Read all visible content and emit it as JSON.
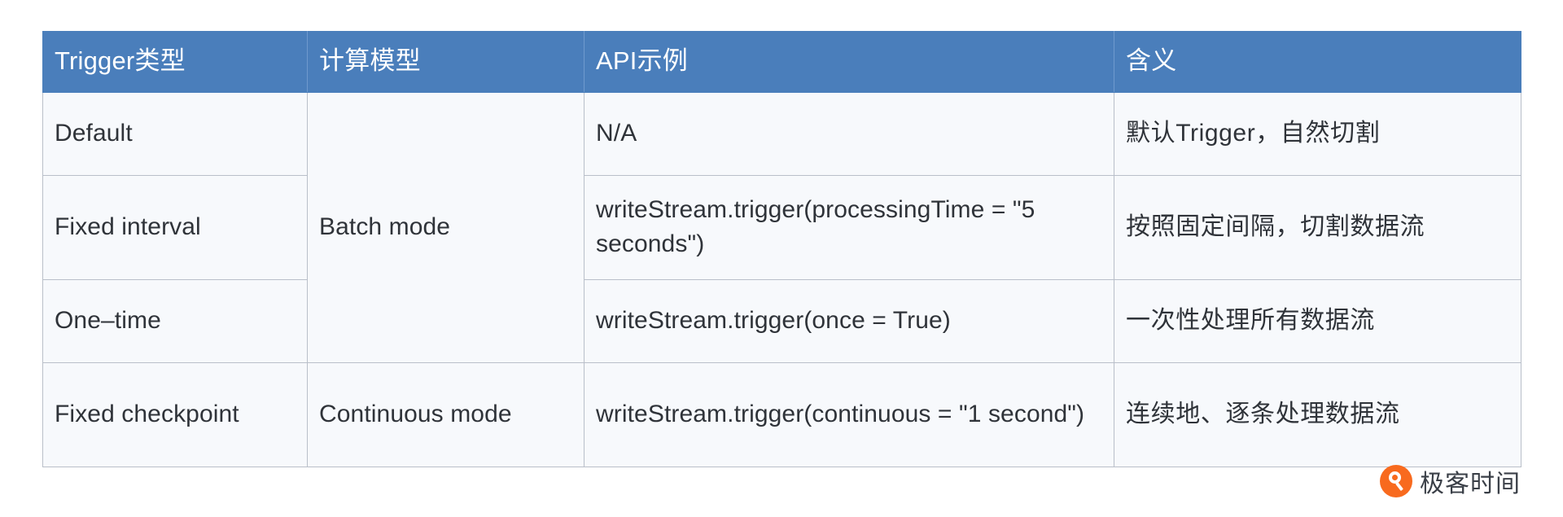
{
  "table": {
    "headers": [
      {
        "label": "Trigger类型"
      },
      {
        "label": "计算模型"
      },
      {
        "label": "API示例"
      },
      {
        "label": "含义"
      }
    ],
    "rows": [
      {
        "trigger_type": "Default",
        "compute_model": "Batch mode",
        "api_example": "N/A",
        "meaning": "默认Trigger，自然切割"
      },
      {
        "trigger_type": "Fixed interval",
        "compute_model": "",
        "api_example": "writeStream.trigger(processingTime = \"5 seconds\")",
        "meaning": "按照固定间隔，切割数据流"
      },
      {
        "trigger_type": "One–time",
        "compute_model": "",
        "api_example": "writeStream.trigger(once = True)",
        "meaning": "一次性处理所有数据流"
      },
      {
        "trigger_type": "Fixed checkpoint",
        "compute_model": "Continuous mode",
        "api_example": "writeStream.trigger(continuous = \"1 second\")",
        "meaning": "连续地、逐条处理数据流"
      }
    ]
  },
  "watermark": {
    "text": "极客时间",
    "icon": "geek-time-logo-icon",
    "color": "#f86a1e"
  },
  "colors": {
    "header_background": "#4a7ebb",
    "header_text": "#ffffff",
    "cell_background": "#f7f9fc",
    "cell_text": "#2f3339",
    "border": "#b9bfc9"
  }
}
